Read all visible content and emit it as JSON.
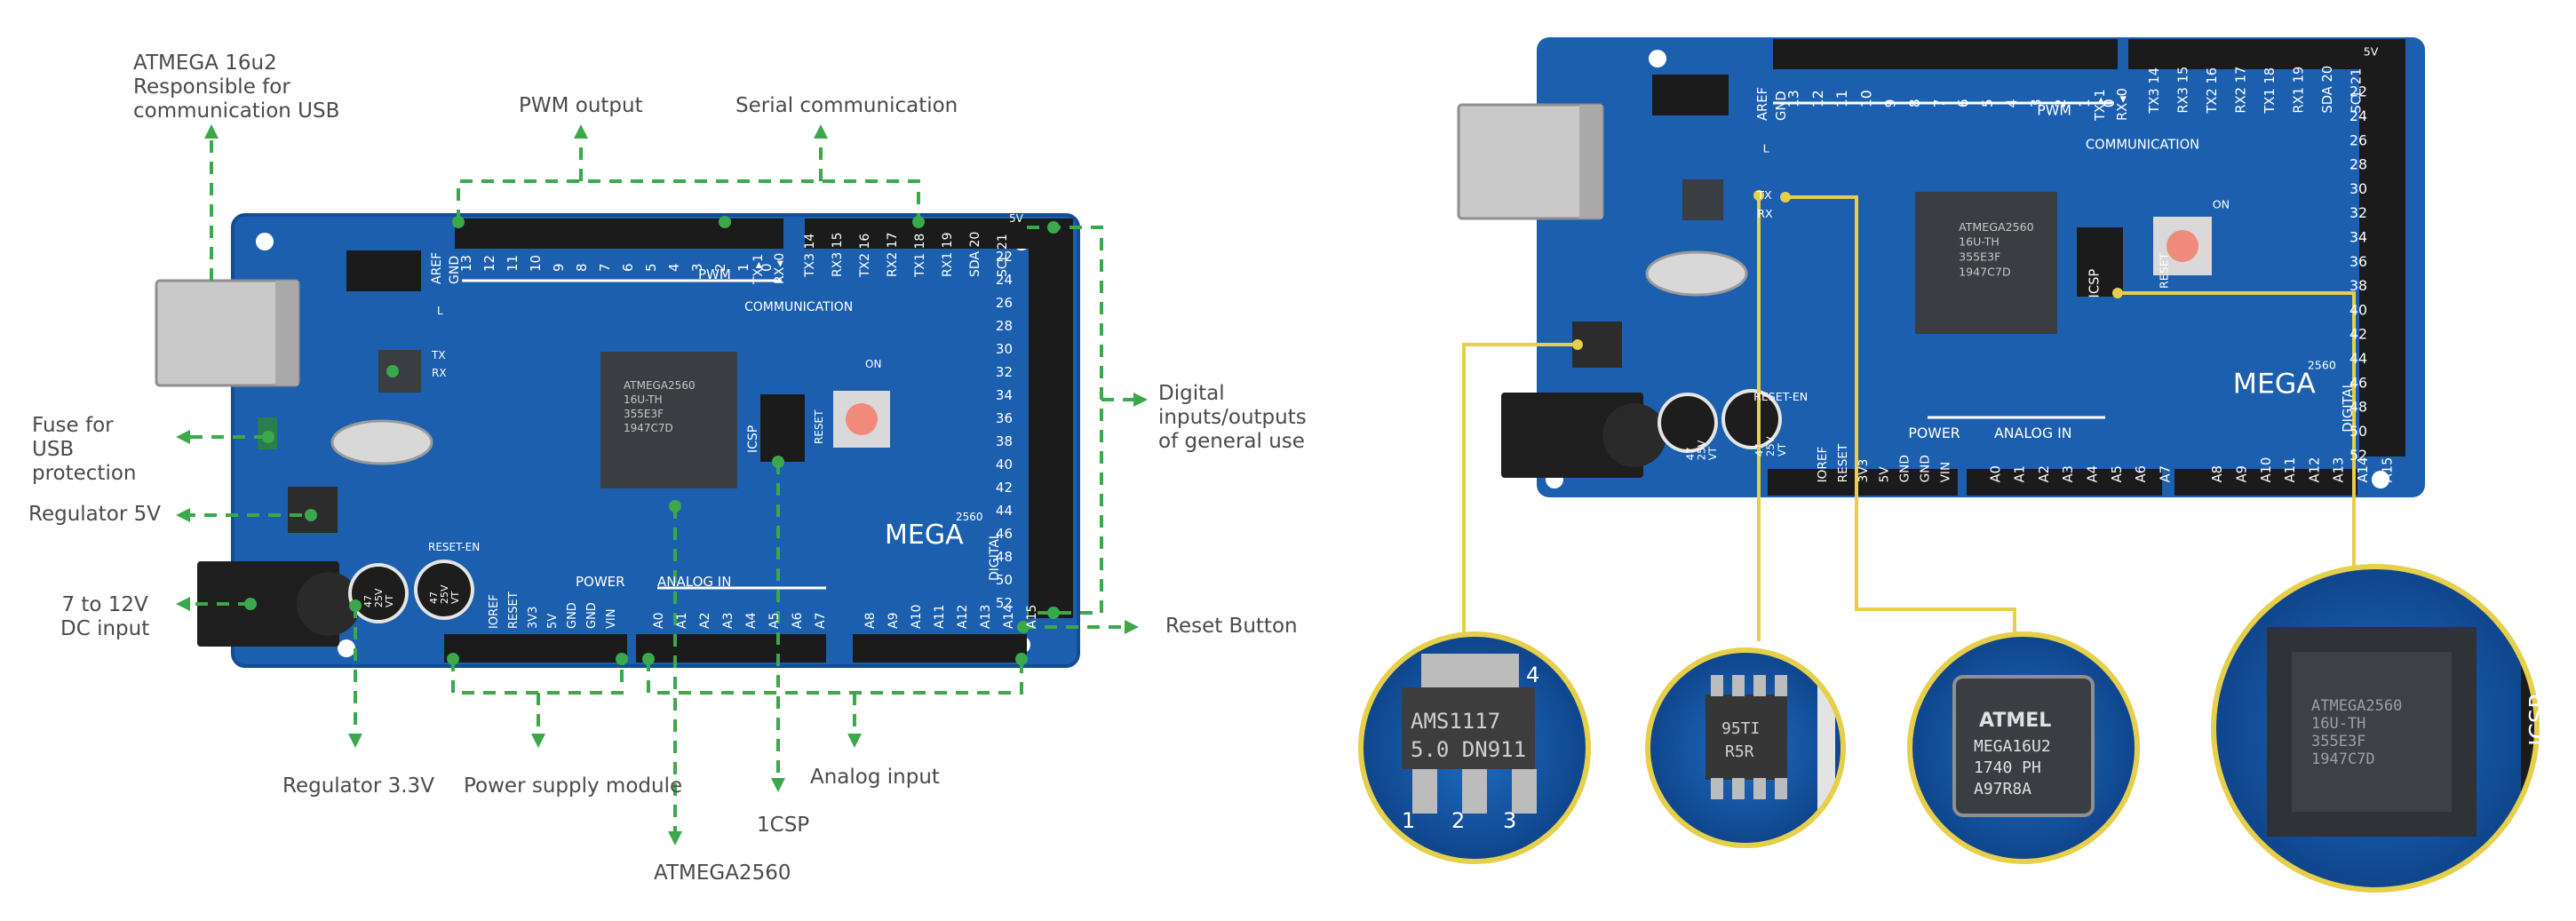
{
  "callouts": {
    "atmega16u2": "ATMEGA 16u2\nResponsible for\ncommunication USB",
    "pwm": "PWM output",
    "serial": "Serial communication",
    "fuse": "Fuse for USB\nprotection",
    "reg5v": "Regulator 5V",
    "dcin": "7 to 12V\nDC input",
    "digital": "Digital\ninputs/outputs\nof general use",
    "reset": "Reset Button",
    "reg33": "Regulator 3.3V",
    "power": "Power supply module",
    "analog": "Analog input",
    "icsp": "1CSP",
    "atmega2560": "ATMEGA2560"
  },
  "board": {
    "header_pwm": [
      "13",
      "12",
      "11",
      "10",
      "9",
      "8",
      "7",
      "6",
      "5",
      "4",
      "3",
      "2",
      "1",
      "0"
    ],
    "header_comm": [
      "TX3 14",
      "RX3 15",
      "TX2 16",
      "RX2 17",
      "TX1 18",
      "RX1 19",
      "SDA 20",
      "SCL 21"
    ],
    "header_digital": [
      "22",
      "24",
      "26",
      "28",
      "30",
      "32",
      "34",
      "36",
      "38",
      "40",
      "42",
      "44",
      "46",
      "48",
      "50",
      "52"
    ],
    "header_analog": [
      "A0",
      "A1",
      "A2",
      "A3",
      "A4",
      "A5",
      "A6",
      "A7",
      "A8",
      "A9",
      "A10",
      "A11",
      "A12",
      "A13",
      "A14",
      "A15"
    ],
    "header_power": [
      "IOREF",
      "RESET",
      "3V3",
      "5V",
      "GND",
      "GND",
      "VIN"
    ],
    "aref": "AREF",
    "gnd": "GND",
    "tx_rx": [
      "TX▸1",
      "RX◂0"
    ],
    "label_pwm": "PWM",
    "label_comm": "COMMUNICATION",
    "label_power": "POWER",
    "label_analog": "ANALOG IN",
    "label_digital": "DIGITAL",
    "label_mega": "MEGA",
    "label_2560": "2560",
    "label_icsp": "ICSP",
    "label_reset": "RESET",
    "label_reset_en": "RESET-EN",
    "label_on": "ON",
    "led_tx": "TX",
    "led_rx": "RX",
    "label_l": "L",
    "label_5v": "5V",
    "cap_label": [
      "47",
      "25V",
      "VT"
    ],
    "chip_main": [
      "ATMEGA2560",
      "16U-TH",
      "355E3F",
      "1947C7D"
    ]
  },
  "zoom": {
    "regulator": [
      "AMS1117",
      "5.0 DN911"
    ],
    "regulator_pins": [
      "1",
      "2",
      "3",
      "4"
    ],
    "fuse": [
      "95TI",
      "R5R"
    ],
    "usbchip": [
      "ATMEL",
      "MEGA16U2",
      "1740 PH",
      "A97R8A"
    ],
    "mainchip": [
      "ATMEGA2560",
      "16U-TH",
      "355E3F",
      "1947C7D"
    ],
    "icsp": "ICSP"
  },
  "colors": {
    "board": "#1c5fae",
    "board_dark": "#0f3f7e",
    "header": "#1b1b1b",
    "callout_green": "#3aa84b",
    "callout_yellow": "#e6cf4a",
    "chip": "#3a3d42",
    "text": "#4a4a4a"
  }
}
